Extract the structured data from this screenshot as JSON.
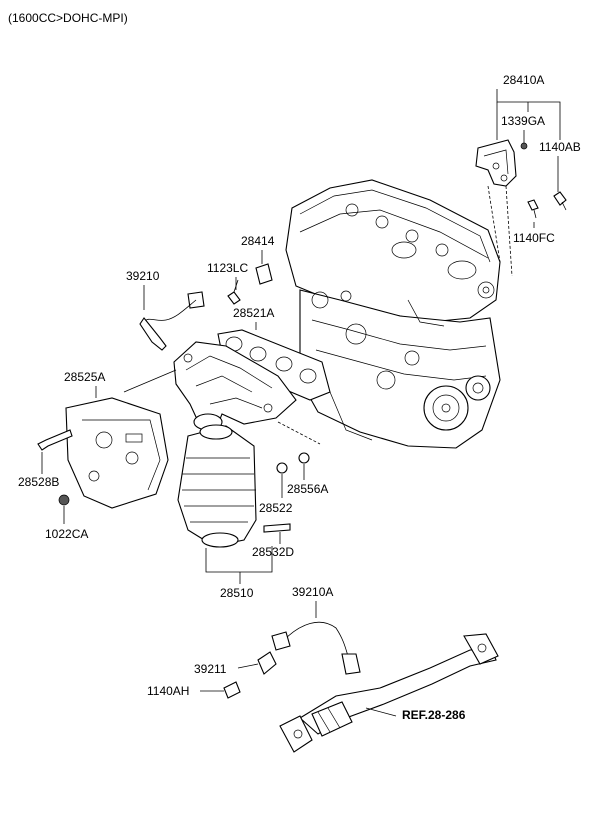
{
  "diagram": {
    "header": "(1600CC>DOHC-MPI)",
    "labels": {
      "p28410A": "28410A",
      "p1339GA": "1339GA",
      "p1140AB": "1140AB",
      "p1140FC": "1140FC",
      "p28414": "28414",
      "p1123LC": "1123LC",
      "p39210": "39210",
      "p28521A": "28521A",
      "p28525A": "28525A",
      "p28528B": "28528B",
      "p1022CA": "1022CA",
      "p28556A": "28556A",
      "p28522": "28522",
      "p28532D": "28532D",
      "p28510": "28510",
      "p39210A": "39210A",
      "p39211": "39211",
      "p1140AH": "1140AH",
      "ref": "REF.28-286"
    }
  }
}
